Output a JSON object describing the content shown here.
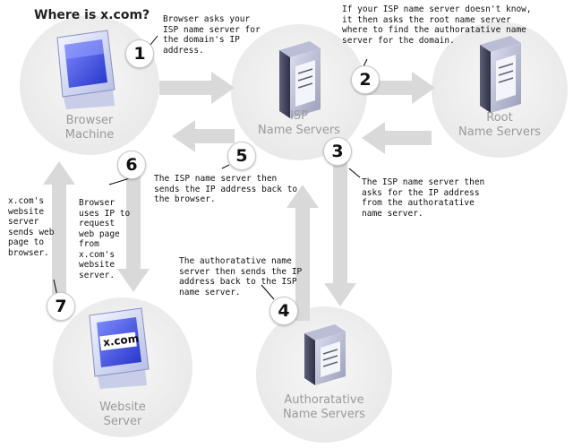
{
  "title": "Where is x.com?",
  "nodes": {
    "browser": "Browser\nMachine",
    "isp": "ISP\nName Servers",
    "root": "Root\nName Servers",
    "website": "Website\nServer",
    "authoritative": "Authoratative\nName Servers",
    "website_screen": "x.com"
  },
  "steps": [
    {
      "number": "1",
      "text": "Browser asks your\nISP name server for\nthe domain's IP\naddress."
    },
    {
      "number": "2",
      "text": "If your ISP name server doesn't know,\nit then asks the root name server\nwhere to find the authoratative name\nserver for the domain."
    },
    {
      "number": "3",
      "text": "The ISP name server then\nasks for the IP address\nfrom the authoratative\nname server."
    },
    {
      "number": "4",
      "text": "The authoratative name\nserver then sends the IP\naddress back to the ISP\nname server."
    },
    {
      "number": "5",
      "text": "The ISP name server then\nsends the IP address back to\nthe browser."
    },
    {
      "number": "6",
      "text": "Browser\nuses IP to\nrequest\nweb page\nfrom\nx.com's\nwebsite\nserver."
    },
    {
      "number": "7",
      "text": "x.com's\nwebsite\nserver\nsends web\npage to\nbrowser."
    }
  ],
  "colors": {
    "circle_fill": "#efefef",
    "arrow": "#d9d9d9",
    "label": "#9a9a9a"
  },
  "icons": {
    "browser": "monitor-icon",
    "website": "monitor-icon",
    "isp": "server-tower-icon",
    "root": "server-tower-icon",
    "authoritative": "server-tower-icon"
  }
}
